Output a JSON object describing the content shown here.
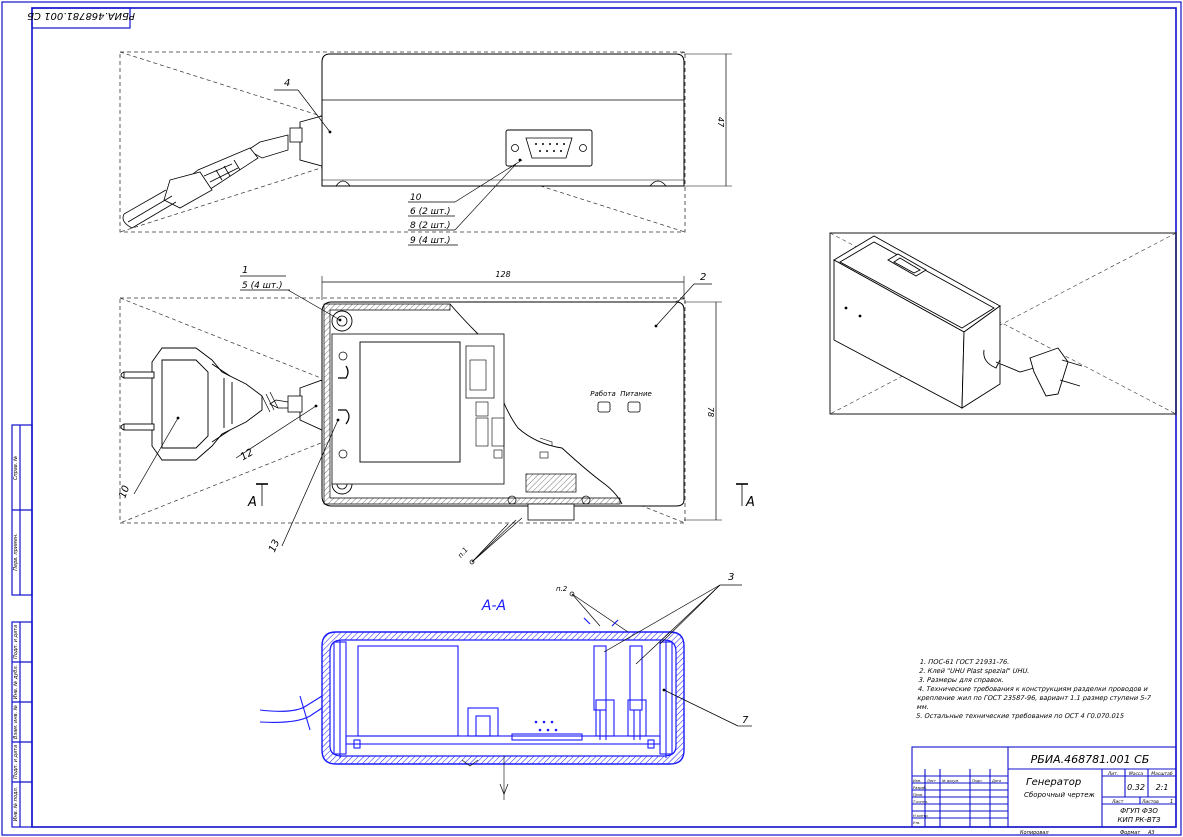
{
  "drawing": {
    "document_code": "РБИА.468781.001 СБ",
    "document_code_mirrored": "РБИА.468781.001 СБ",
    "section_label": "А-А",
    "cut_mark_letter": "А",
    "dimensions": {
      "width": "128",
      "height": "78",
      "depth": "47"
    }
  },
  "callouts": {
    "c1": "1",
    "c2": "2",
    "c3": "3",
    "c4": "4",
    "c5": "5 (4 шт.)",
    "c7": "7",
    "c10": "10",
    "c12": "12",
    "c13": "13",
    "connector_stack": [
      "10",
      "6 (2 шт.)",
      "8 (2 шт.)",
      "9 (4 шт.)"
    ],
    "point1": "п.1",
    "point2": "п.2"
  },
  "panel": {
    "work_label": "Работа",
    "power_label": "Питание"
  },
  "notes": [
    "1. ПОС-61 ГОСТ 21931-76.",
    "2. Клей \"UHU Plast spezial\" UHU.",
    "3. Размеры для справок.",
    "4. Технические требования к конструкциям разделки проводов и",
    "крепление жил по ГОСТ 23587-96, вариант 1.1 размер ступени 5-7",
    "мм.",
    "5. Остальные технические требования по ОСТ 4 Г0.070.015"
  ],
  "title_block": {
    "designation": "РБИА.468781.001 СБ",
    "name_line1": "Генератор",
    "name_line2": "Сборочный чертеж",
    "col_headers": [
      "Лит.",
      "Масса",
      "Масштаб"
    ],
    "mass": "0.32",
    "scale": "2:1",
    "sheet_label": "Лист",
    "sheets_label": "Листов",
    "sheets_value": "1",
    "org_line1": "ФГУП ФЗО",
    "org_line2": "КИП РК-ВТЗ",
    "roles": [
      "Разраб.",
      "Пров.",
      "Т.контр.",
      "Н.контр.",
      "Утв."
    ],
    "change_headers": [
      "Изм.",
      "Лист",
      "№ докум.",
      "Подп.",
      "Дата"
    ],
    "copied_label": "Копировал",
    "format_label": "Формат",
    "format_value": "А3"
  },
  "side_stamp": [
    "Инв. № подл.",
    "Подп. и дата",
    "Взам. инв. №",
    "Инв. № дубл.",
    "Подп. и дата",
    "Перв. примен.",
    "Справ. №"
  ]
}
